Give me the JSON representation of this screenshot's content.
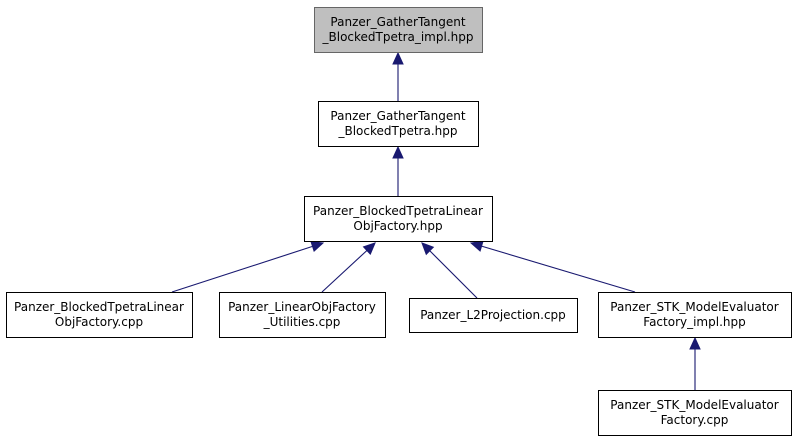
{
  "colors": {
    "edge": "#191970",
    "root_fill": "#bfbfbf",
    "root_stroke": "#666666",
    "node_fill": "#ffffff",
    "node_stroke": "#000000"
  },
  "nodes": [
    {
      "id": "n0",
      "lines": [
        "Panzer_GatherTangent",
        "_BlockedTpetra_impl.hpp"
      ],
      "highlight": true
    },
    {
      "id": "n1",
      "lines": [
        "Panzer_GatherTangent",
        "_BlockedTpetra.hpp"
      ]
    },
    {
      "id": "n2",
      "lines": [
        "Panzer_BlockedTpetraLinear",
        "ObjFactory.hpp"
      ]
    },
    {
      "id": "n3",
      "lines": [
        "Panzer_BlockedTpetraLinear",
        "ObjFactory.cpp"
      ]
    },
    {
      "id": "n4",
      "lines": [
        "Panzer_LinearObjFactory",
        "_Utilities.cpp"
      ]
    },
    {
      "id": "n5",
      "lines": [
        "Panzer_L2Projection.cpp"
      ]
    },
    {
      "id": "n6",
      "lines": [
        "Panzer_STK_ModelEvaluator",
        "Factory_impl.hpp"
      ]
    },
    {
      "id": "n7",
      "lines": [
        "Panzer_STK_ModelEvaluator",
        "Factory.cpp"
      ]
    }
  ],
  "edges": [
    {
      "from": "n1",
      "to": "n0"
    },
    {
      "from": "n2",
      "to": "n1"
    },
    {
      "from": "n3",
      "to": "n2"
    },
    {
      "from": "n4",
      "to": "n2"
    },
    {
      "from": "n5",
      "to": "n2"
    },
    {
      "from": "n6",
      "to": "n2"
    },
    {
      "from": "n7",
      "to": "n6"
    }
  ]
}
